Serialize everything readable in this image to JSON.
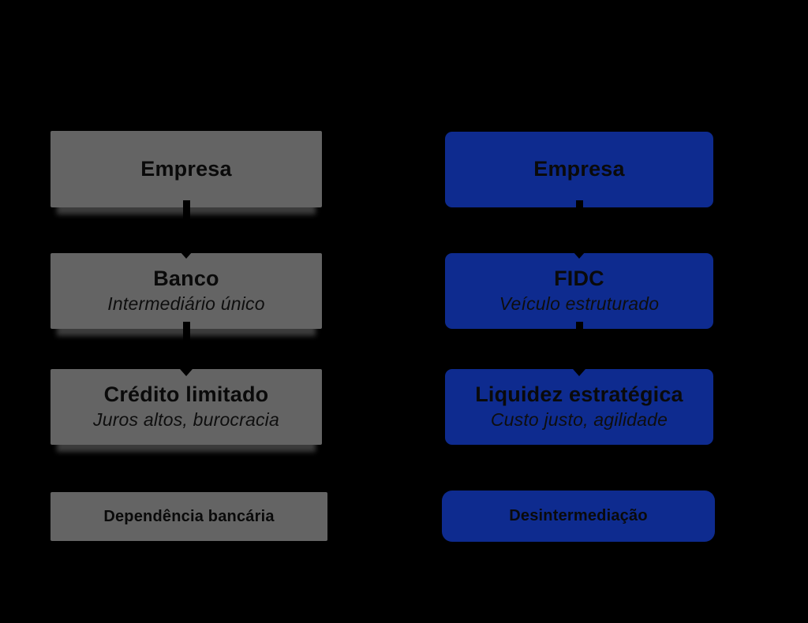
{
  "canvas": {
    "background_color": "#000000"
  },
  "colors": {
    "traditional_box": "#646464",
    "fidc_box": "#0e2b8f",
    "text": "#0a0a0a",
    "arrow": "#000000"
  },
  "left_column": {
    "boxes": [
      {
        "title": "Empresa",
        "subtitle": ""
      },
      {
        "title": "Banco",
        "subtitle": "Intermediário único"
      },
      {
        "title": "Crédito limitado",
        "subtitle": "Juros altos, burocracia"
      }
    ],
    "badge": "Dependência bancária"
  },
  "right_column": {
    "boxes": [
      {
        "title": "Empresa",
        "subtitle": ""
      },
      {
        "title": "FIDC",
        "subtitle": "Veículo estruturado"
      },
      {
        "title": "Liquidez estratégica",
        "subtitle": "Custo justo, agilidade"
      }
    ],
    "badge": "Desintermediação"
  },
  "icons": {
    "connector": "arrow-down-icon"
  }
}
